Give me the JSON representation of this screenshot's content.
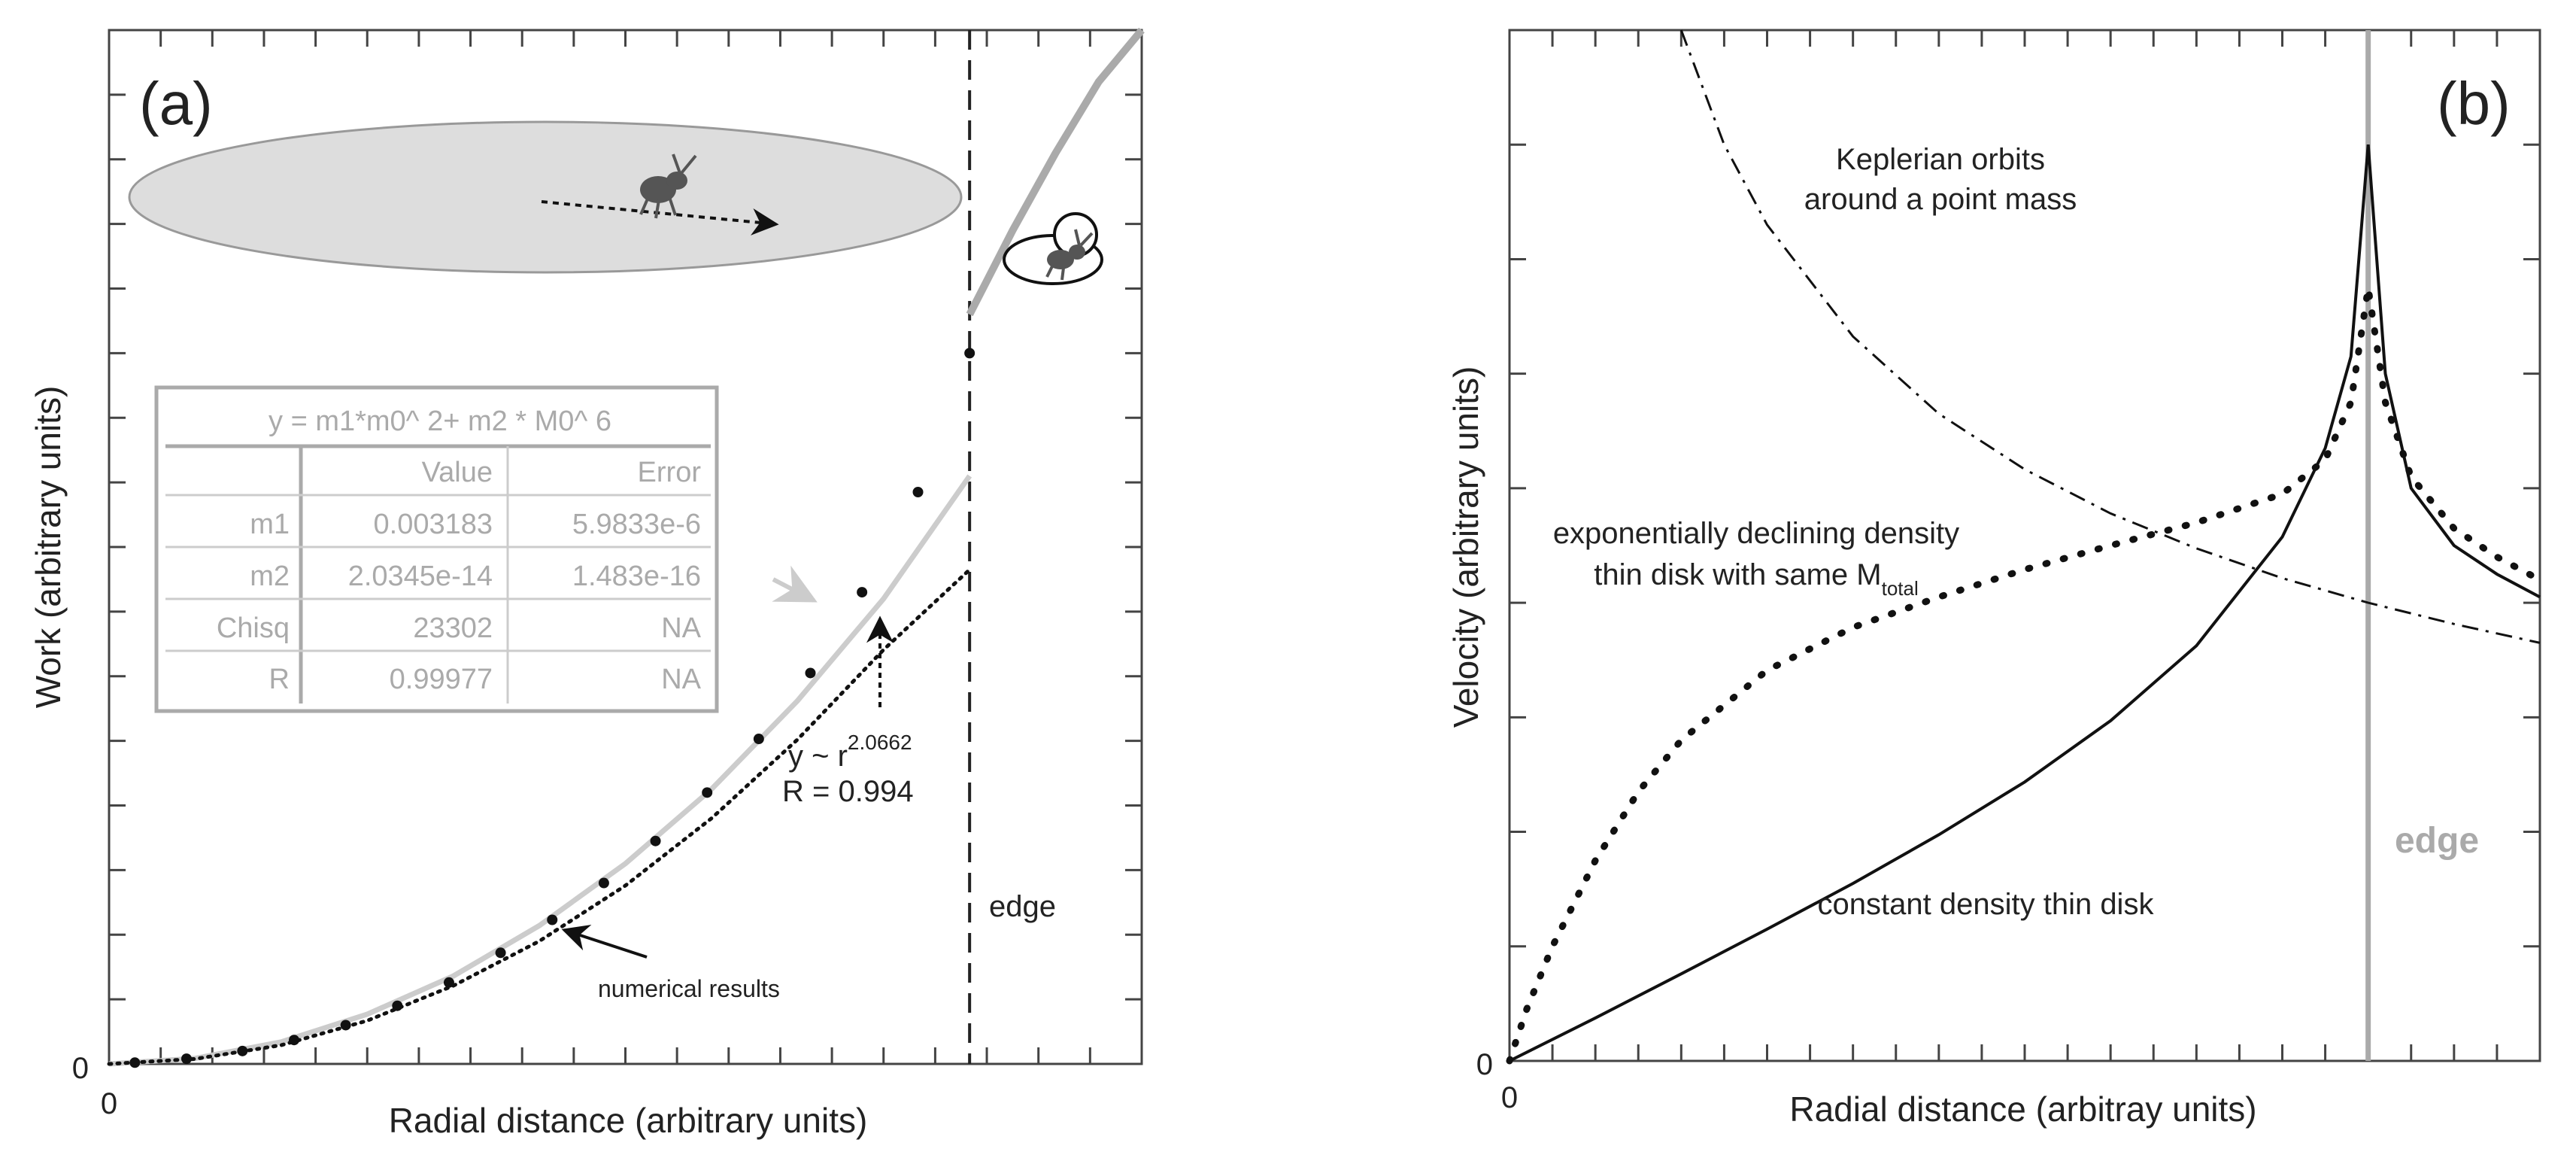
{
  "chart_data": [
    {
      "panel": "(a)",
      "type": "line",
      "xlabel": "Radial distance (arbitrary units)",
      "ylabel": "Work (arbitrary units)",
      "x_origin_label": "0",
      "y_origin_label": "0",
      "xlim": [
        0,
        1.2
      ],
      "ylim": [
        0,
        1.6
      ],
      "edge_x": 1.0,
      "edge_label": "edge",
      "series": [
        {
          "style": "gray-solid-fit",
          "x": [
            0.0,
            0.1,
            0.2,
            0.3,
            0.4,
            0.5,
            0.6,
            0.7,
            0.8,
            0.9,
            1.0
          ],
          "y": [
            0.0,
            0.0085,
            0.034,
            0.077,
            0.136,
            0.214,
            0.31,
            0.425,
            0.562,
            0.72,
            0.91
          ]
        },
        {
          "style": "gray-thick-continuation",
          "x": [
            1.0,
            1.05,
            1.1,
            1.15,
            1.2
          ],
          "y": [
            1.16,
            1.29,
            1.41,
            1.52,
            1.62
          ]
        },
        {
          "style": "dotted-power-law",
          "x": [
            0.0,
            0.1,
            0.2,
            0.3,
            0.4,
            0.5,
            0.6,
            0.7,
            0.8,
            0.9,
            1.0
          ],
          "y": [
            0.0,
            0.0077,
            0.029,
            0.067,
            0.121,
            0.19,
            0.276,
            0.38,
            0.502,
            0.641,
            0.765
          ]
        },
        {
          "style": "numerical-points",
          "x": [
            0.03,
            0.09,
            0.155,
            0.215,
            0.275,
            0.335,
            0.395,
            0.455,
            0.515,
            0.575,
            0.635,
            0.695,
            0.755,
            0.815,
            0.875,
            0.94,
            1.0
          ],
          "y": [
            0.002,
            0.008,
            0.02,
            0.037,
            0.06,
            0.09,
            0.126,
            0.172,
            0.223,
            0.28,
            0.345,
            0.42,
            0.503,
            0.605,
            0.73,
            0.885,
            1.1
          ]
        }
      ],
      "fit_table": {
        "title": "y = m1*m0^ 2+ m2 * M0^ 6",
        "headers": [
          "",
          "Value",
          "Error"
        ],
        "rows": [
          [
            "m1",
            "0.003183",
            "5.9833e-6"
          ],
          [
            "m2",
            "2.0345e-14",
            "1.483e-16"
          ],
          [
            "Chisq",
            "23302",
            "NA"
          ],
          [
            "R",
            "0.99977",
            "NA"
          ]
        ]
      },
      "annotations": {
        "power_law_base": "y ~ r",
        "power_law_exponent": "2.0662",
        "power_law_r": "R = 0.994",
        "numerical_label": "numerical results"
      },
      "colors": {
        "fit_line": "#cccccc",
        "continuation": "#aaaaaa",
        "disk_fill": "#dddddd",
        "ant": "#555555"
      }
    },
    {
      "panel": "(b)",
      "type": "line",
      "xlabel": "Radial distance (arbitray units)",
      "ylabel": "Velocity (arbitrary units)",
      "x_origin_label": "0",
      "y_origin_label": "0",
      "xlim": [
        0,
        1.2
      ],
      "ylim": [
        0,
        1.8
      ],
      "edge_x": 1.0,
      "edge_label": "edge",
      "series": [
        {
          "style": "solid",
          "name": "constant density thin disk",
          "x": [
            0.0,
            0.1,
            0.2,
            0.3,
            0.4,
            0.5,
            0.6,
            0.7,
            0.8,
            0.9,
            0.95,
            0.98,
            1.0,
            1.02,
            1.05,
            1.1,
            1.15,
            1.2
          ],
          "y": [
            0.0,
            0.075,
            0.152,
            0.23,
            0.31,
            0.395,
            0.487,
            0.594,
            0.725,
            0.915,
            1.07,
            1.23,
            1.6,
            1.2,
            1.0,
            0.9,
            0.85,
            0.81
          ]
        },
        {
          "style": "dotted",
          "name": "exponentially declining density thin disk with same M_total",
          "x": [
            0.0,
            0.02,
            0.05,
            0.1,
            0.15,
            0.2,
            0.3,
            0.4,
            0.5,
            0.6,
            0.7,
            0.8,
            0.9,
            0.95,
            0.98,
            1.0,
            1.02,
            1.05,
            1.1,
            1.15,
            1.2
          ],
          "y": [
            0.0,
            0.09,
            0.2,
            0.35,
            0.47,
            0.56,
            0.682,
            0.757,
            0.81,
            0.858,
            0.9,
            0.94,
            0.99,
            1.05,
            1.15,
            1.35,
            1.15,
            1.02,
            0.93,
            0.88,
            0.84
          ]
        },
        {
          "style": "dash-dot",
          "name": "Keplerian orbits around a point mass",
          "x": [
            0.2,
            0.25,
            0.3,
            0.4,
            0.5,
            0.6,
            0.7,
            0.8,
            0.9,
            1.0,
            1.1,
            1.2
          ],
          "y": [
            1.8,
            1.6,
            1.46,
            1.265,
            1.13,
            1.033,
            0.956,
            0.895,
            0.843,
            0.8,
            0.763,
            0.73
          ]
        }
      ],
      "labels": {
        "kepler_line1": "Keplerian orbits",
        "kepler_line2": "around a point mass",
        "exp_line1": "exponentially declining density",
        "exp_line2": "thin disk with same M",
        "exp_sub": "total",
        "const_label": "constant density thin disk"
      },
      "colors": {
        "edge_line": "#aaaaaa",
        "edge_text": "#aaaaaa"
      }
    }
  ]
}
